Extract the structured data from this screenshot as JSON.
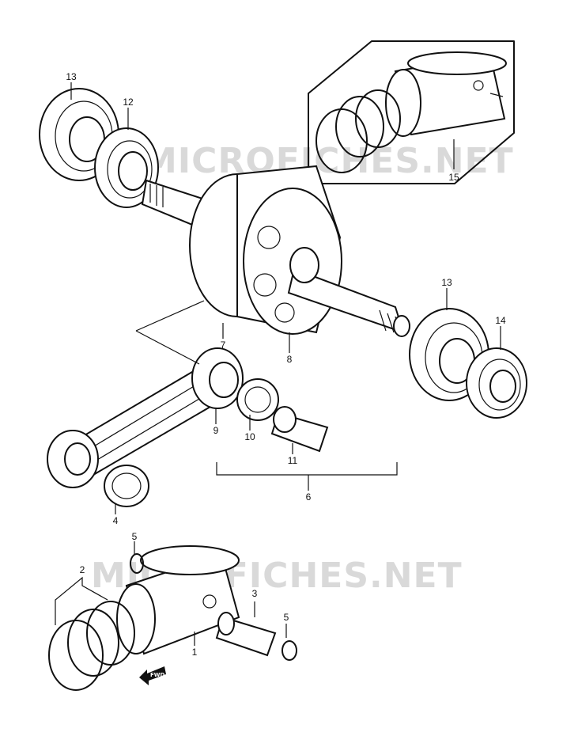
{
  "watermarks": [
    "MICROFICHES.NET",
    "MICROFICHES.NET"
  ],
  "fwd_label": "FWD",
  "labels": {
    "p1": "1",
    "p2": "2",
    "p3": "3",
    "p4": "4",
    "p5a": "5",
    "p5b": "5",
    "p6": "6",
    "p7": "7",
    "p8": "8",
    "p9": "9",
    "p10": "10",
    "p11": "11",
    "p12": "12",
    "p13a": "13",
    "p13b": "13",
    "p14": "14",
    "p15": "15"
  }
}
